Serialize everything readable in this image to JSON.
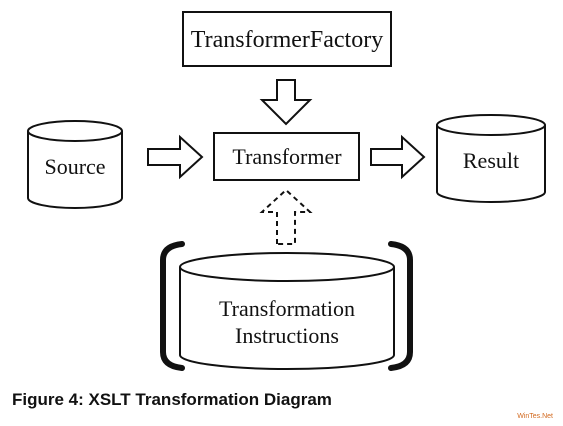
{
  "diagram": {
    "factory_label": "TransformerFactory",
    "transformer_label": "Transformer",
    "source_label": "Source",
    "result_label": "Result",
    "instructions_line1": "Transformation",
    "instructions_line2": "Instructions"
  },
  "caption": "Figure 4: XSLT Transformation Diagram",
  "watermark": "WinTes.Net",
  "colors": {
    "stroke": "#111111",
    "background": "#ffffff",
    "watermark": "#d2691e"
  }
}
